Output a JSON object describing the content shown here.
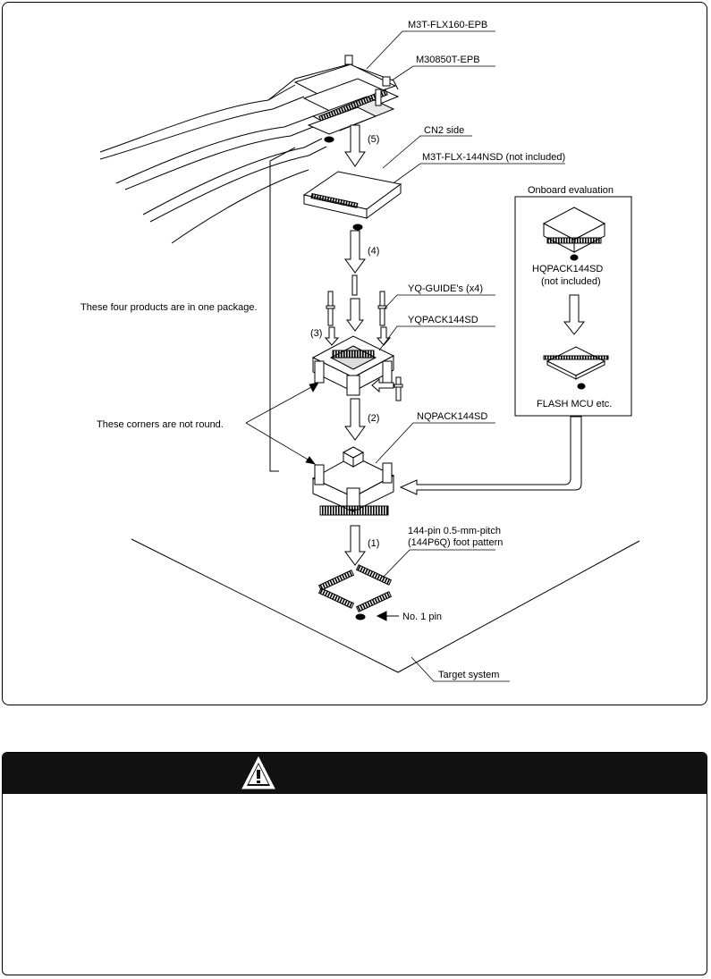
{
  "labels": {
    "m3t_flx160": "M3T-FLX160-EPB",
    "m30850t": "M30850T-EPB",
    "step5": "(5)",
    "cn2_side": "CN2 side",
    "m3t_flx144nsd": "M3T-FLX-144NSD (not included)",
    "step4": "(4)",
    "yq_guides": "YQ-GUIDE's (x4)",
    "four_products": "These four products are in one package.",
    "step3": "(3)",
    "yqpack": "YQPACK144SD",
    "step2": "(2)",
    "corners_not_round": "These corners are not round.",
    "nqpack": "NQPACK144SD",
    "step1": "(1)",
    "foot_pattern_line1": "144-pin 0.5-mm-pitch",
    "foot_pattern_line2": "(144P6Q) foot pattern",
    "no1_pin": "No. 1 pin",
    "target_system": "Target system",
    "onboard_eval": "Onboard evaluation",
    "hqpack_line1": "HQPACK144SD",
    "hqpack_line2": "(not included)",
    "flash_mcu": "FLASH MCU etc."
  },
  "warning": {
    "icon": "warning-triangle-icon",
    "header_color": "#111111"
  }
}
